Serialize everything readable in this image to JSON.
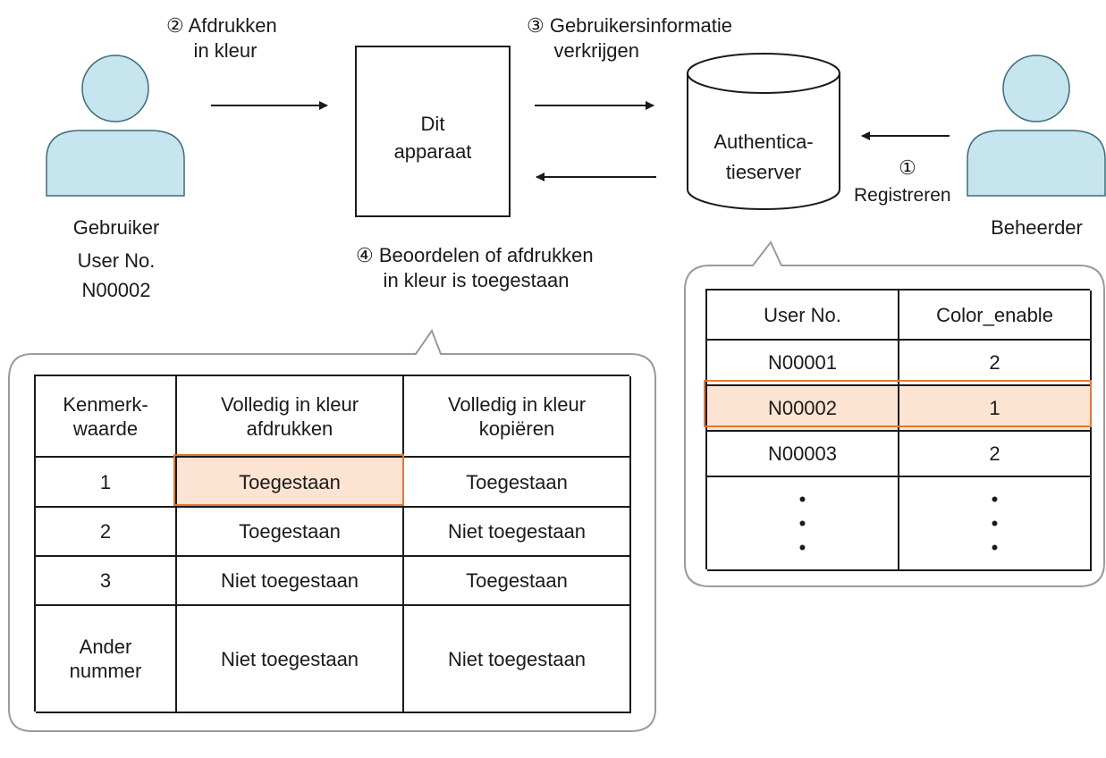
{
  "colors": {
    "person_fill": "#c7e5ee",
    "highlight_fill": "#fce3d2",
    "highlight_border": "#e07a3a",
    "line": "#1a1a1a",
    "callout_border": "#9a9a9a"
  },
  "user": {
    "label": "Gebruiker",
    "number_label": "User No.",
    "number": "N00002",
    "icon": "person-icon"
  },
  "admin": {
    "label": "Beheerder",
    "icon": "person-icon"
  },
  "device": {
    "label": "Dit\napparaat"
  },
  "server": {
    "label": "Authentica-\ntieserver",
    "icon": "database-cylinder-icon"
  },
  "steps": {
    "s1_num": "①",
    "s1_label": "Registreren",
    "s2": "② Afdrukken\n     in kleur",
    "s3": "③ Gebruikersinformatie\n     verkrijgen",
    "s4": "④ Beoordelen of afdrukken\n     in kleur is toegestaan"
  },
  "user_table": {
    "headers": [
      "User No.",
      "Color_enable"
    ],
    "rows": [
      [
        "N00001",
        "2"
      ],
      [
        "N00002",
        "1"
      ],
      [
        "N00003",
        "2"
      ]
    ],
    "ellipsis": "•\n•\n•",
    "highlight_row": 1
  },
  "permission_table": {
    "headers": [
      "Kenmerk-\nwaarde",
      "Volledig in kleur\nafdrukken",
      "Volledig in kleur\nkopiëren"
    ],
    "rows": [
      [
        "1",
        "Toegestaan",
        "Toegestaan"
      ],
      [
        "2",
        "Toegestaan",
        "Niet toegestaan"
      ],
      [
        "3",
        "Niet toegestaan",
        "Toegestaan"
      ],
      [
        "Ander\nnummer",
        "Niet toegestaan",
        "Niet toegestaan"
      ]
    ],
    "highlight_cell": [
      0,
      1
    ]
  }
}
